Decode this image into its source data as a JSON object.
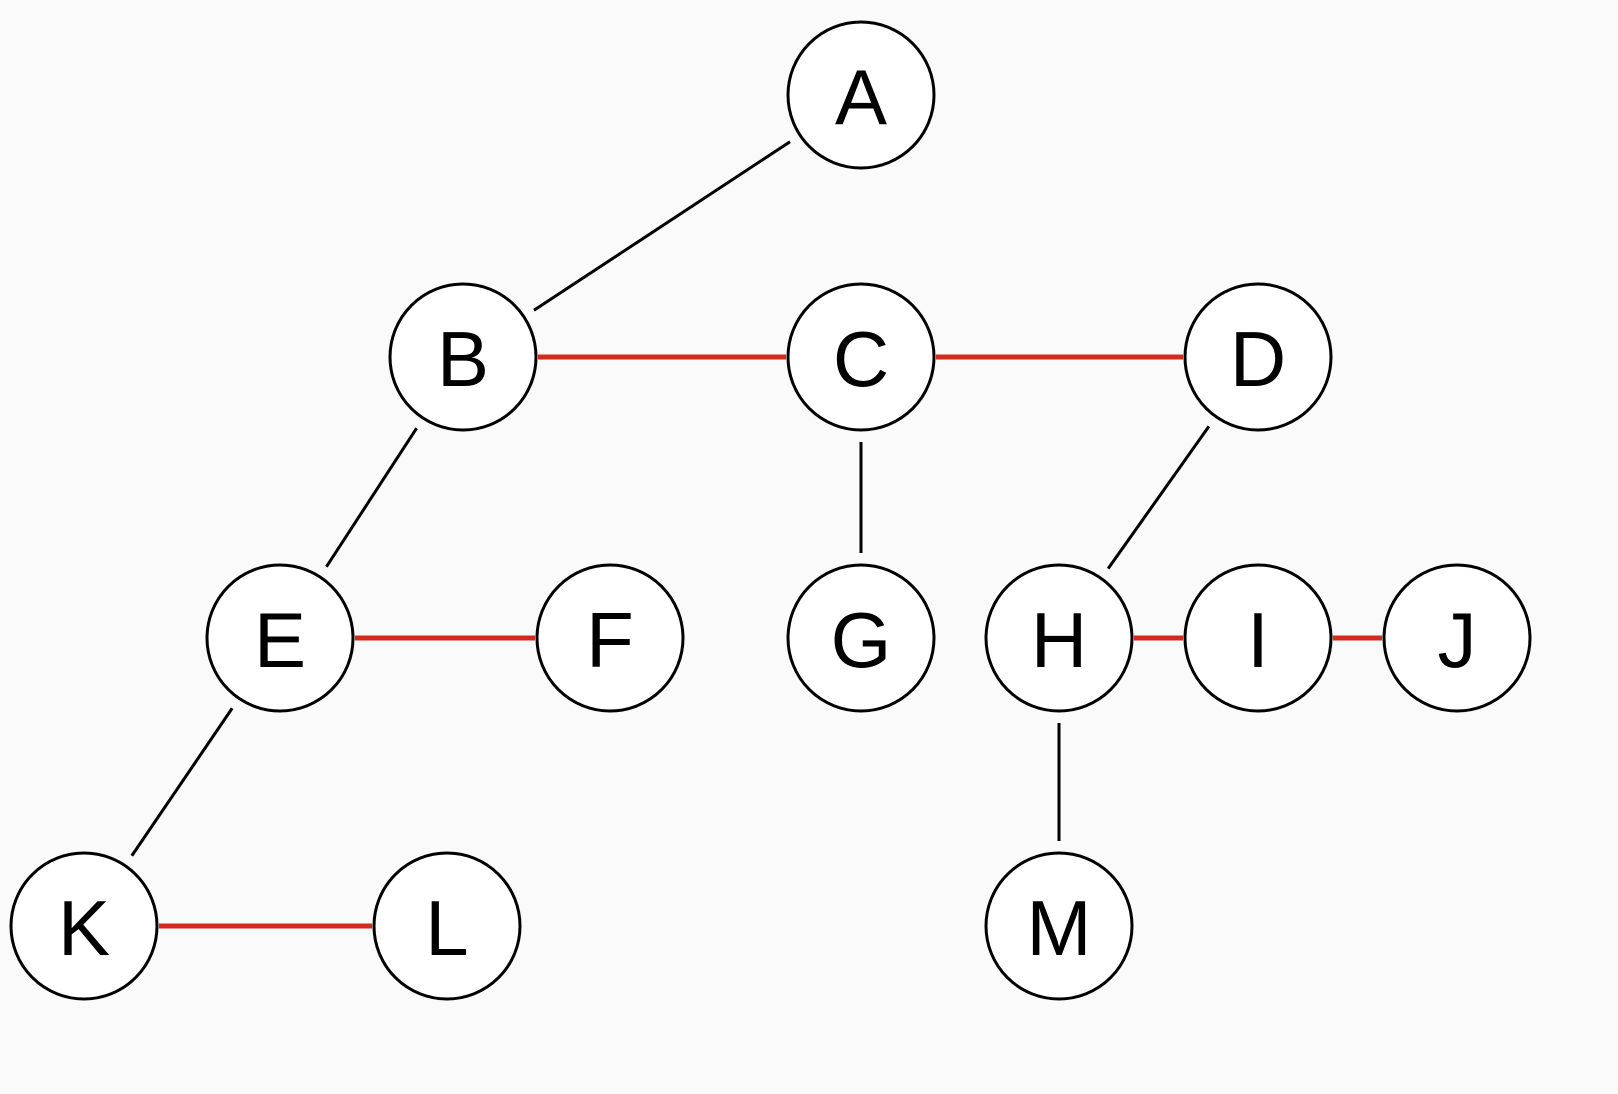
{
  "diagram": {
    "nodes": [
      {
        "id": "A",
        "label": "A"
      },
      {
        "id": "B",
        "label": "B"
      },
      {
        "id": "C",
        "label": "C"
      },
      {
        "id": "D",
        "label": "D"
      },
      {
        "id": "E",
        "label": "E"
      },
      {
        "id": "F",
        "label": "F"
      },
      {
        "id": "G",
        "label": "G"
      },
      {
        "id": "H",
        "label": "H"
      },
      {
        "id": "I",
        "label": "I"
      },
      {
        "id": "J",
        "label": "J"
      },
      {
        "id": "K",
        "label": "K"
      },
      {
        "id": "L",
        "label": "L"
      },
      {
        "id": "M",
        "label": "M"
      }
    ],
    "parent_child_edges": [
      {
        "from": "A",
        "to": "B"
      },
      {
        "from": "B",
        "to": "E"
      },
      {
        "from": "C",
        "to": "G"
      },
      {
        "from": "D",
        "to": "H"
      },
      {
        "from": "E",
        "to": "K"
      },
      {
        "from": "H",
        "to": "M"
      }
    ],
    "sibling_edges": [
      {
        "from": "B",
        "to": "C"
      },
      {
        "from": "C",
        "to": "D"
      },
      {
        "from": "E",
        "to": "F"
      },
      {
        "from": "H",
        "to": "I"
      },
      {
        "from": "I",
        "to": "J"
      },
      {
        "from": "K",
        "to": "L"
      }
    ],
    "colors": {
      "parent_child_edge": "#000000",
      "sibling_edge": "#d42a1c",
      "node_stroke": "#000000",
      "background": "#fafafa"
    }
  }
}
